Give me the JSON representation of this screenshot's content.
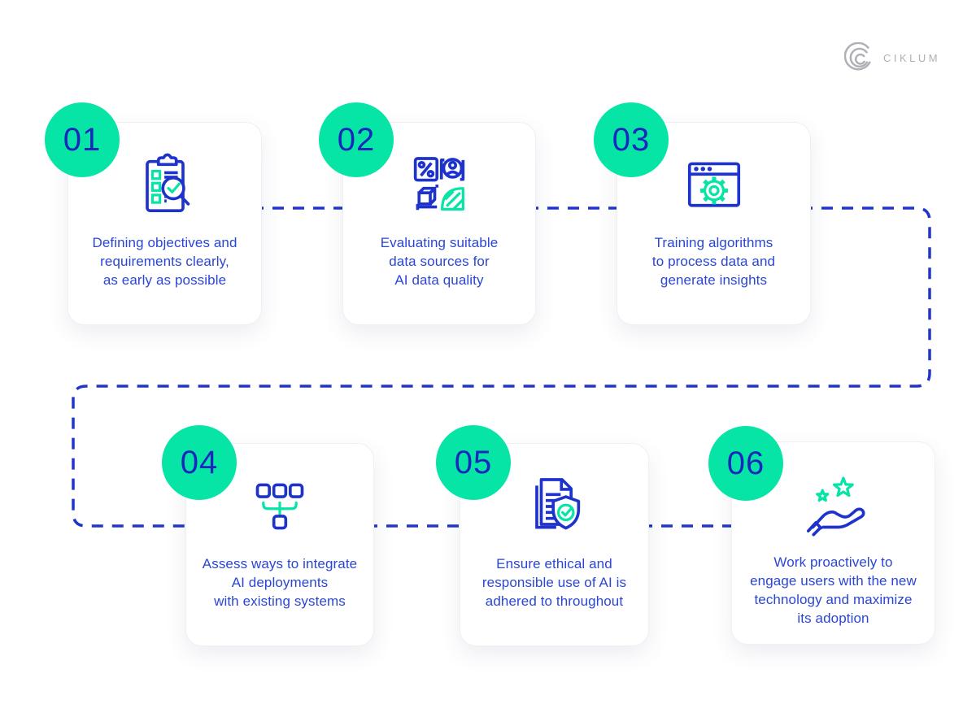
{
  "logo": {
    "brand": "CIKLUM"
  },
  "colors": {
    "accent_green": "#07E5A6",
    "text_blue": "#2A46D4",
    "number_blue": "#1A27BD",
    "icon_blue": "#1D33CC",
    "connector_blue": "#2134CB",
    "logo_gray": "#AFAFB5"
  },
  "steps": [
    {
      "number": "01",
      "icon": "clipboard-checklist-magnifier-icon",
      "text": "Defining objectives and\nrequirements clearly,\nas early as possible"
    },
    {
      "number": "02",
      "icon": "data-sources-grid-icon",
      "text": "Evaluating suitable\ndata sources for\nAI data quality"
    },
    {
      "number": "03",
      "icon": "browser-gear-icon",
      "text": "Training algorithms\nto process data and\ngenerate insights"
    },
    {
      "number": "04",
      "icon": "integration-nodes-icon",
      "text": "Assess ways to integrate\nAI deployments\nwith existing systems"
    },
    {
      "number": "05",
      "icon": "document-shield-check-icon",
      "text": "Ensure ethical and\nresponsible use of AI is\nadhered to throughout"
    },
    {
      "number": "06",
      "icon": "hand-stars-icon",
      "text": "Work proactively to\nengage users with the new\ntechnology and maximize\nits adoption"
    }
  ]
}
